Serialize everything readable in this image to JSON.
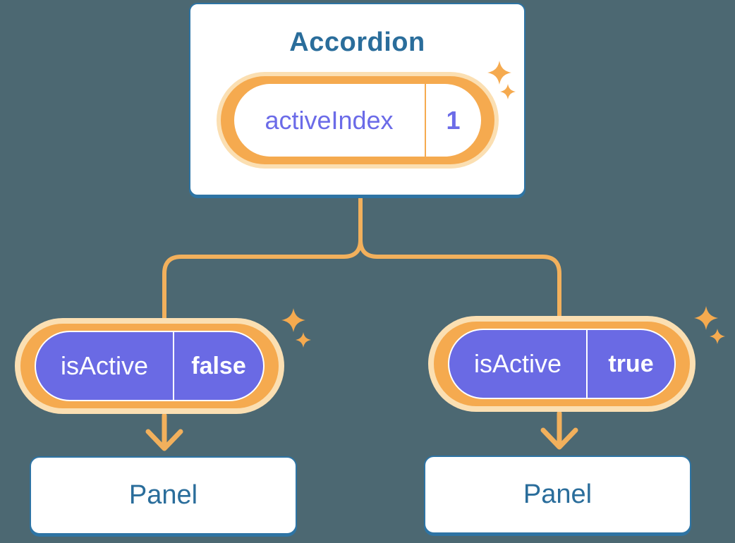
{
  "colors": {
    "bg": "#4C6872",
    "card-bg": "#FFFFFF",
    "blue-border": "#2E74A4",
    "blue-text": "#2A6D9B",
    "purple": "#6A6AE4",
    "purple-text": "#6B6BE8",
    "orange": "#F5AA4F",
    "glow": "#FBDFB2",
    "connector": "#F2B05C"
  },
  "accordion": {
    "title": "Accordion",
    "state": {
      "label": "activeIndex",
      "value": "1"
    }
  },
  "children": [
    {
      "prop": {
        "label": "isActive",
        "value": "false"
      },
      "panel": {
        "title": "Panel"
      }
    },
    {
      "prop": {
        "label": "isActive",
        "value": "true"
      },
      "panel": {
        "title": "Panel"
      }
    }
  ],
  "icons": {
    "sparkle": "four-pointed-star",
    "arrow": "chevron-down-arrow"
  }
}
